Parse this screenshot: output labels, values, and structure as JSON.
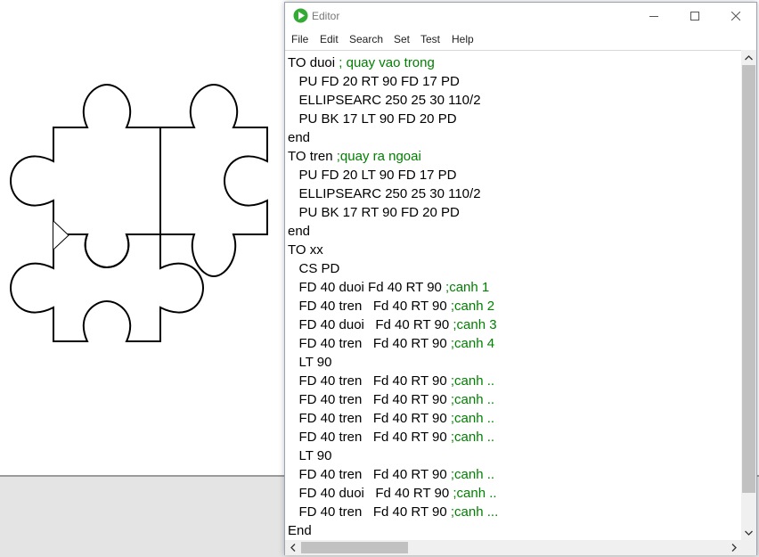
{
  "window": {
    "title": "Editor",
    "icon": "play-triangle-icon",
    "accent_color": "#33aa33"
  },
  "menu": [
    {
      "label": "File"
    },
    {
      "label": "Edit"
    },
    {
      "label": "Search"
    },
    {
      "label": "Set"
    },
    {
      "label": "Test"
    },
    {
      "label": "Help"
    }
  ],
  "colors": {
    "code_text": "#000000",
    "comment_text": "#008000",
    "puzzle_stroke": "#000000",
    "bottom_panel": "#e4e4e4"
  },
  "code": [
    {
      "code": "TO duoi ",
      "comment": "; quay vao trong"
    },
    {
      "code": "   PU FD 20 RT 90 FD 17 PD",
      "comment": ""
    },
    {
      "code": "   ELLIPSEARC 250 25 30 110/2",
      "comment": ""
    },
    {
      "code": "   PU BK 17 LT 90 FD 20 PD",
      "comment": ""
    },
    {
      "code": "end",
      "comment": ""
    },
    {
      "code": "TO tren ",
      "comment": ";quay ra ngoai"
    },
    {
      "code": "   PU FD 20 LT 90 FD 17 PD",
      "comment": ""
    },
    {
      "code": "   ELLIPSEARC 250 25 30 110/2",
      "comment": ""
    },
    {
      "code": "   PU BK 17 RT 90 FD 20 PD",
      "comment": ""
    },
    {
      "code": "end",
      "comment": ""
    },
    {
      "code": "TO xx",
      "comment": ""
    },
    {
      "code": "   CS PD",
      "comment": ""
    },
    {
      "code": "   FD 40 duoi Fd 40 RT 90 ",
      "comment": ";canh 1"
    },
    {
      "code": "   FD 40 tren   Fd 40 RT 90 ",
      "comment": ";canh 2"
    },
    {
      "code": "   FD 40 duoi   Fd 40 RT 90 ",
      "comment": ";canh 3"
    },
    {
      "code": "   FD 40 tren   Fd 40 RT 90 ",
      "comment": ";canh 4"
    },
    {
      "code": "   LT 90",
      "comment": ""
    },
    {
      "code": "   FD 40 tren   Fd 40 RT 90 ",
      "comment": ";canh .."
    },
    {
      "code": "   FD 40 tren   Fd 40 RT 90 ",
      "comment": ";canh .."
    },
    {
      "code": "   FD 40 tren   Fd 40 RT 90 ",
      "comment": ";canh .."
    },
    {
      "code": "   FD 40 tren   Fd 40 RT 90 ",
      "comment": ";canh .."
    },
    {
      "code": "   LT 90",
      "comment": ""
    },
    {
      "code": "   FD 40 tren   Fd 40 RT 90 ",
      "comment": ";canh .."
    },
    {
      "code": "   FD 40 duoi   Fd 40 RT 90 ",
      "comment": ";canh .."
    },
    {
      "code": "   FD 40 tren   Fd 40 RT 90 ",
      "comment": ";canh ..."
    },
    {
      "code": "End",
      "comment": ""
    }
  ]
}
